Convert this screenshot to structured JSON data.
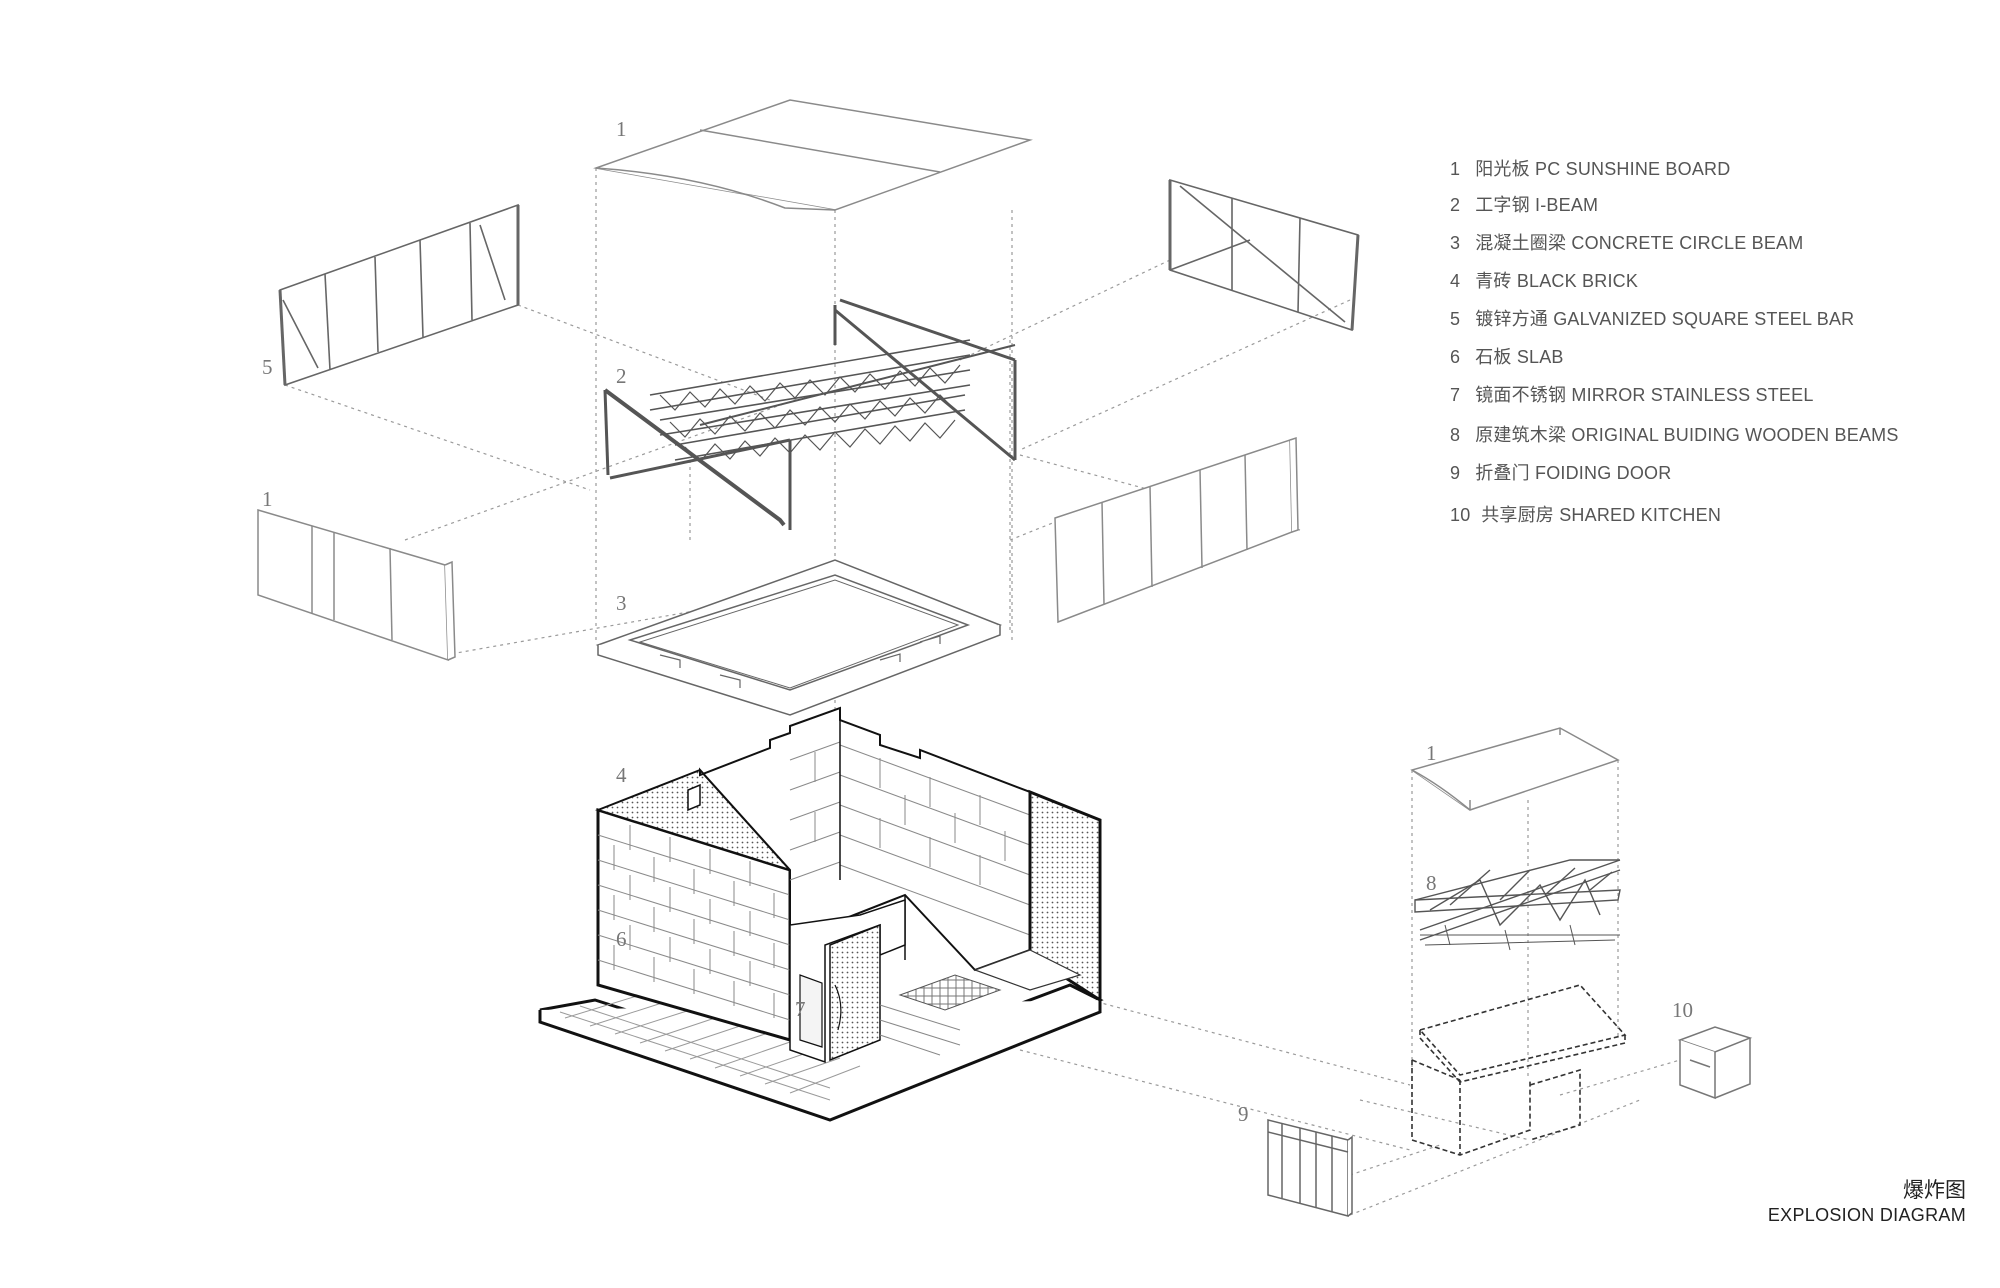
{
  "legend": {
    "items": [
      {
        "num": "1",
        "cn": "阳光板",
        "en": "PC SUNSHINE BOARD"
      },
      {
        "num": "2",
        "cn": "工字钢",
        "en": "I-BEAM"
      },
      {
        "num": "3",
        "cn": "混凝土圈梁",
        "en": "CONCRETE CIRCLE BEAM"
      },
      {
        "num": "4",
        "cn": "青砖",
        "en": "BLACK BRICK"
      },
      {
        "num": "5",
        "cn": "镀锌方通",
        "en": "GALVANIZED SQUARE STEEL BAR"
      },
      {
        "num": "6",
        "cn": "石板",
        "en": "SLAB"
      },
      {
        "num": "7",
        "cn": "镜面不锈钢",
        "en": "MIRROR STAINLESS STEEL"
      },
      {
        "num": "8",
        "cn": "原建筑木梁",
        "en": "ORIGINAL BUIDING WOODEN BEAMS"
      },
      {
        "num": "9",
        "cn": "折叠门",
        "en": "FOIDING DOOR"
      },
      {
        "num": "10",
        "cn": "共享厨房",
        "en": "SHARED KITCHEN"
      }
    ]
  },
  "callouts": {
    "roof": "1",
    "ibeam": "2",
    "ring_beam": "3",
    "brick": "4",
    "left_frame": "5",
    "left_board": "1",
    "slab": "6",
    "mirror": "7",
    "small_roof": "1",
    "wooden_beams": "8",
    "folding_door": "9",
    "kitchen": "10"
  },
  "title": {
    "cn": "爆炸图",
    "en": "EXPLOSION DIAGRAM"
  }
}
